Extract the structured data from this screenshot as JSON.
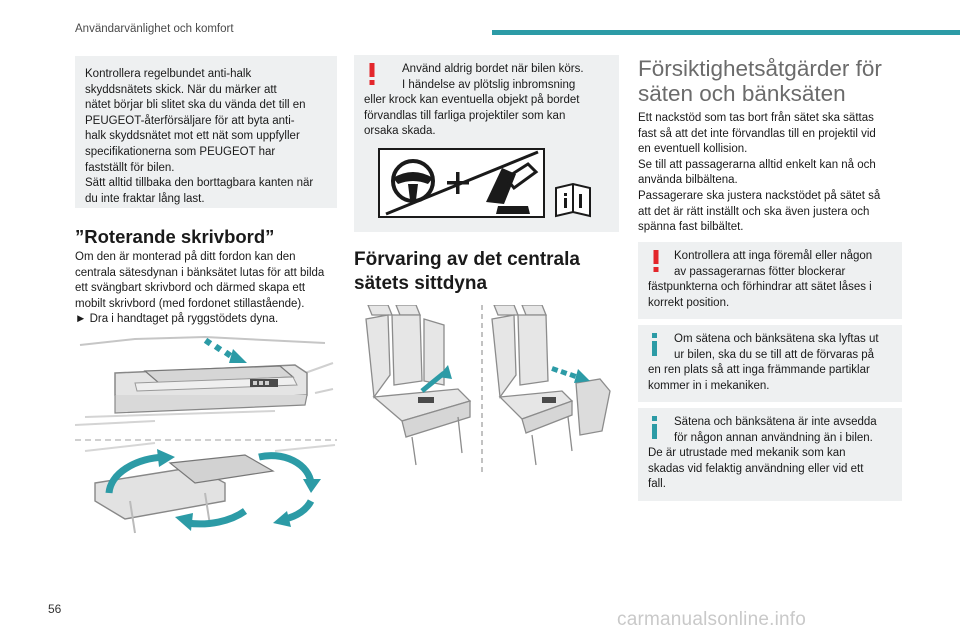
{
  "header": {
    "title": "Användarvänlighet och komfort",
    "page_number": "56"
  },
  "watermark": "carmanualsonline.info",
  "col1": {
    "box_lines": [
      "Kontrollera regelbundet anti-halk",
      "skyddsnätets skick. När du märker att",
      "nätet börjar bli slitet ska du vända det till en",
      "PEUGEOT-återförsäljare för att byta anti-",
      "halk skyddsnätet mot ett nät som uppfyller",
      "specifikationerna som PEUGEOT har",
      "fastställt för bilen.",
      "Sätt alltid tillbaka den borttagbara kanten när",
      "du inte fraktar lång last."
    ],
    "heading": "”Roterande skrivbord”",
    "body_lines": [
      "Om den är monterad på ditt fordon kan den",
      "centrala sätesdynan i bänksätet lutas för att bilda",
      "ett svängbart skrivbord och därmed skapa ett",
      "mobilt skrivbord (med fordonet stillastående).",
      "► Dra i handtaget på ryggstödets dyna."
    ]
  },
  "col2": {
    "warning_lines": [
      "Använd aldrig bordet när bilen körs.",
      "I händelse av plötslig inbromsning",
      "eller krock kan eventuella objekt på bordet",
      "förvandlas till farliga projektiler som kan",
      "orsaka skada."
    ],
    "heading_lines": [
      "Förvaring av det centrala",
      "sätets sittdyna"
    ]
  },
  "col3": {
    "heading_lines": [
      "Försiktighetsåtgärder för",
      "säten och bänksäten"
    ],
    "body_lines": [
      "Ett nackstöd som tas bort från sätet ska sättas",
      "fast så att det inte förvandlas till en projektil vid",
      "en eventuell kollision.",
      "Se till att passagerarna alltid enkelt kan nå och",
      "använda bilbältena.",
      "Passagerare ska justera nackstödet på sätet så",
      "att det är rätt inställt och ska även justera och",
      "spänna fast bilbältet."
    ],
    "warning_lines": [
      "Kontrollera att inga föremål eller någon",
      "av passagerarnas fötter blockerar",
      "fästpunkterna och förhindrar att sätet låses i",
      "korrekt position."
    ],
    "info1_lines": [
      "Om sätena och bänksätena ska lyftas ut",
      "ur bilen, ska du se till att de förvaras på",
      "en ren plats så att inga främmande partiklar",
      "kommer in i mekaniken."
    ],
    "info2_lines": [
      "Sätena och bänksätena är inte avsedda",
      "för någon annan användning än i bilen.",
      "De är utrustade med mekanik som kan",
      "skadas vid felaktig användning eller vid ett",
      "fall."
    ]
  },
  "colors": {
    "accent": "#2c9ba6",
    "warning": "#e3262b",
    "box_bg": "#eef0f1"
  }
}
